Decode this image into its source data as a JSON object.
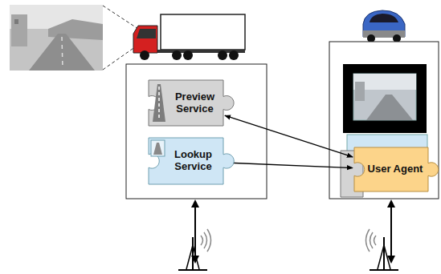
{
  "diagram": {
    "nodes": [
      {
        "text": [
          "Preview Service"
        ]
      },
      {
        "text": [
          "Lookup Service"
        ]
      },
      {
        "text": [
          "User Agent"
        ]
      }
    ],
    "edges": [
      {
        "from": 1,
        "to": 2,
        "arrow": "both"
      },
      {
        "from": 0,
        "to": 2,
        "arrow": "both"
      }
    ]
  }
}
